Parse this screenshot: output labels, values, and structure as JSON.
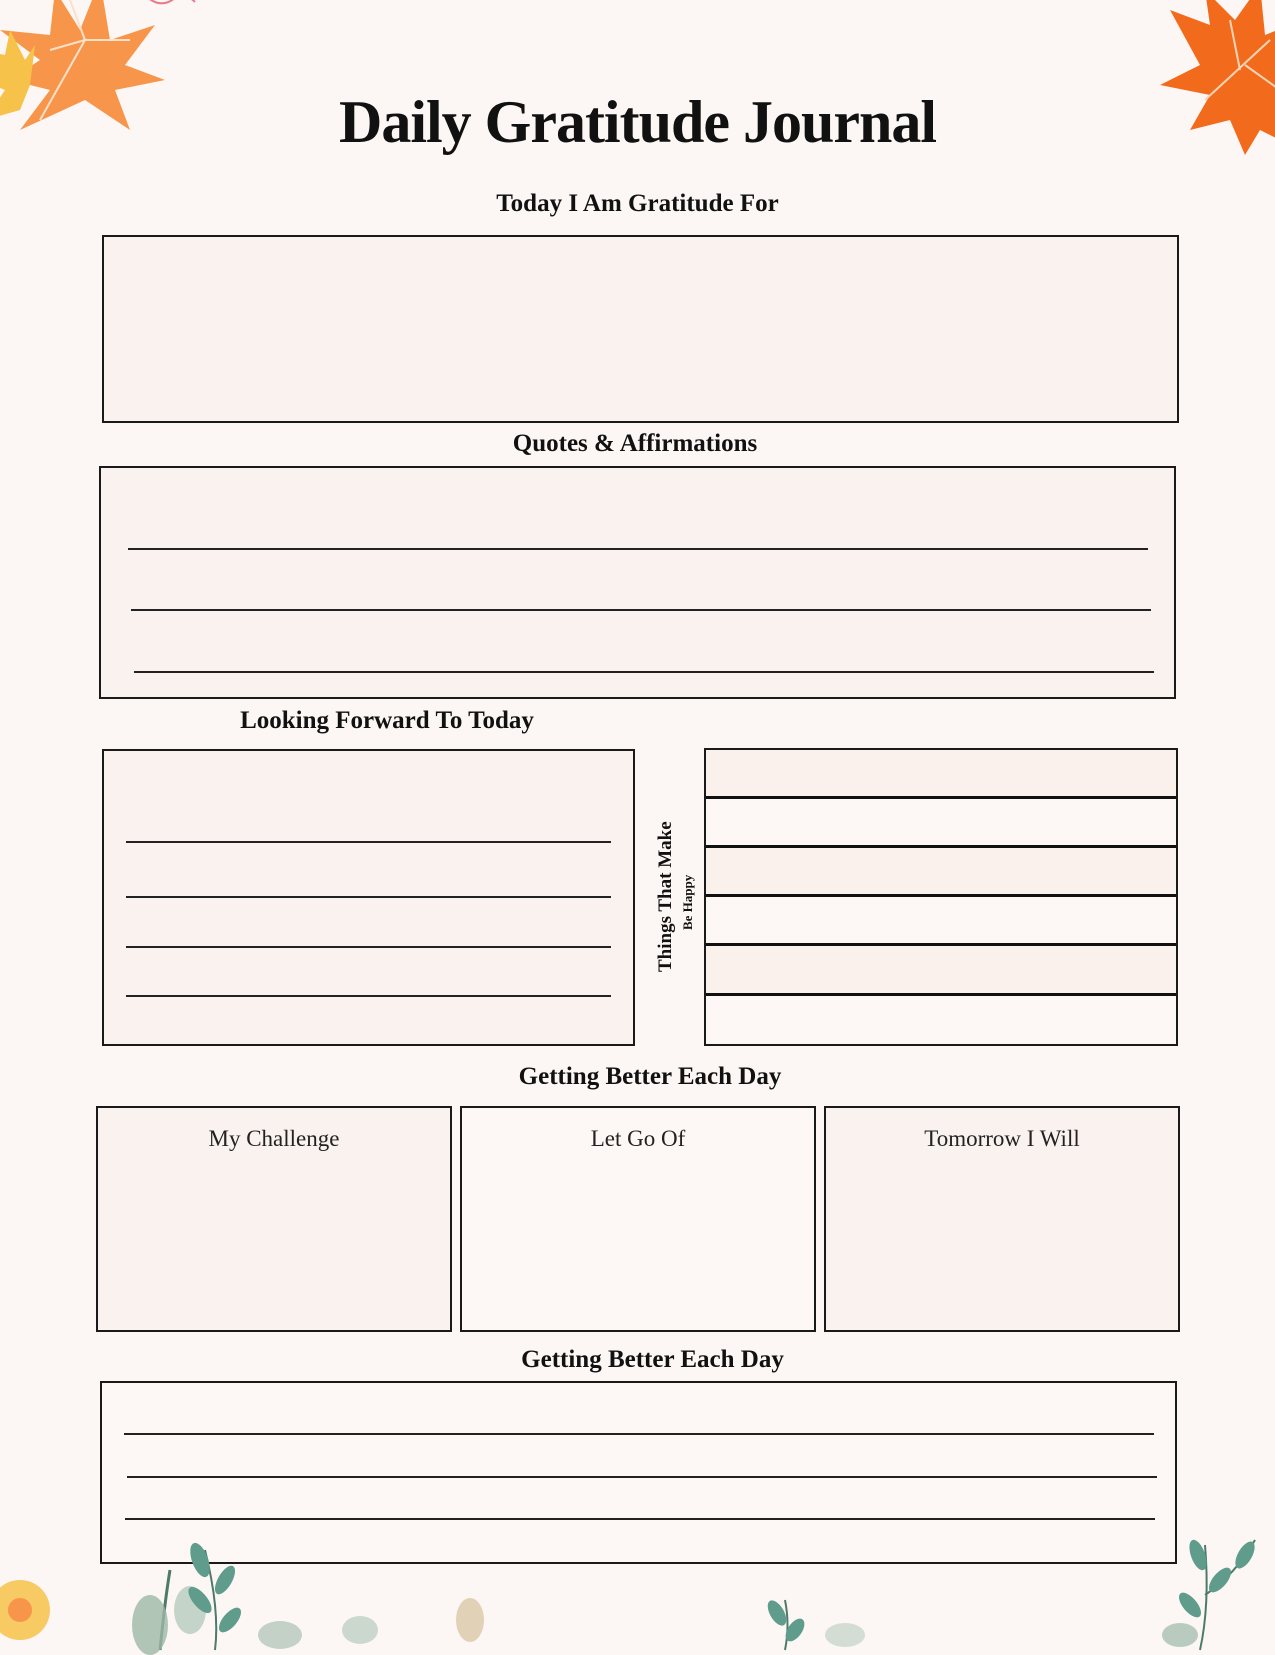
{
  "title": "Daily Gratitude Journal",
  "sections": {
    "gratitude": {
      "heading": "Today I Am Gratitude For"
    },
    "quotes": {
      "heading": "Quotes &  Affirmations"
    },
    "looking_forward": {
      "heading": "Looking Forward To Today"
    },
    "happy": {
      "title": "Things That Make",
      "subtitle": "Be Happy"
    },
    "better_1": {
      "heading": "Getting Better Each Day",
      "boxes": [
        "My Challenge",
        "Let Go Of",
        "Tomorrow I Will"
      ]
    },
    "better_2": {
      "heading": "Getting Better Each Day"
    }
  },
  "colors": {
    "background": "#fcf7f4",
    "box_fill": "#faf2ee",
    "leaf_orange": "#f26b1d",
    "leaf_light_orange": "#f7954a",
    "leaf_yellow": "#f6c24a",
    "leaf_green": "#5f9c8c"
  },
  "decorations": [
    "maple-leaf-icon",
    "eucalyptus-leaf-icon",
    "flower-icon"
  ]
}
